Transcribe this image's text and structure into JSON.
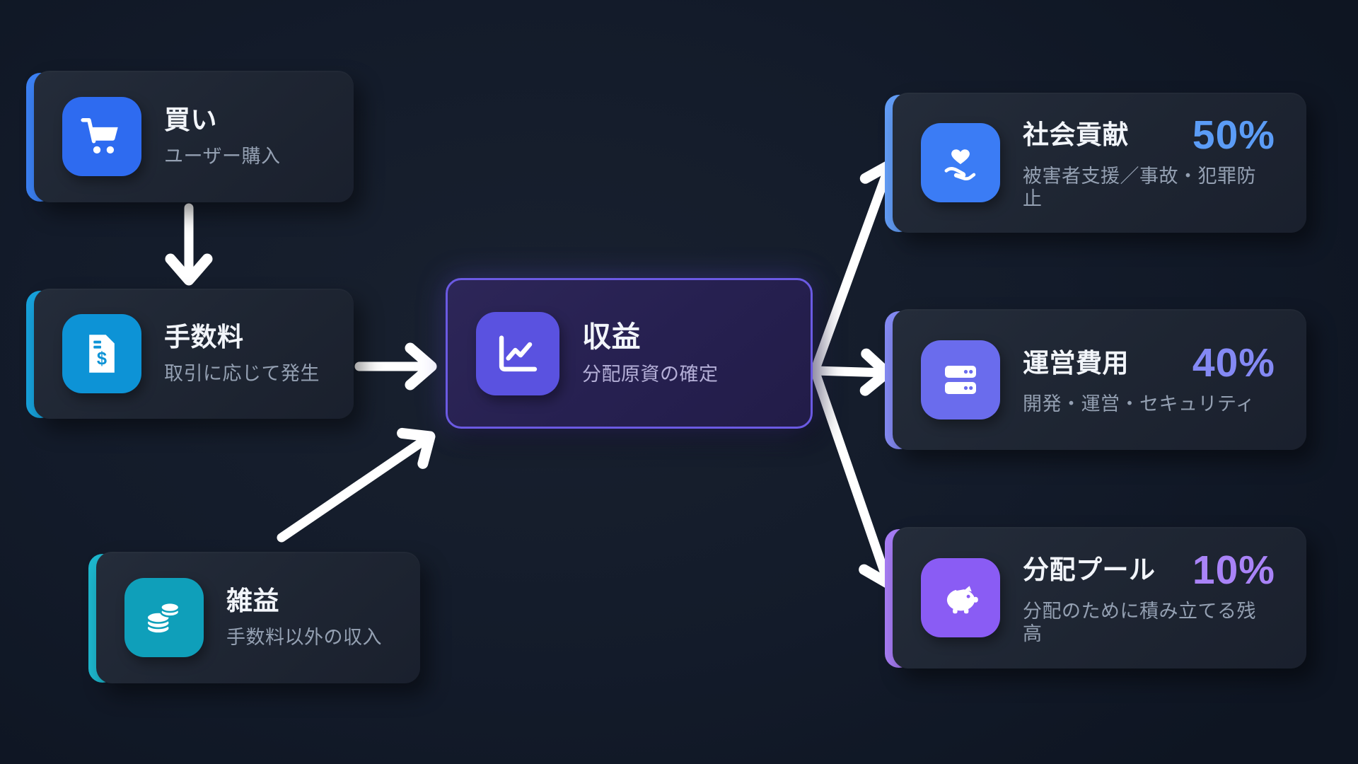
{
  "diagram": {
    "arrow_color": "#ffffff",
    "background_color": "#111827"
  },
  "nodes": [
    {
      "id": "buy",
      "title": "買い",
      "subtitle": "ユーザー購入",
      "icon": "shopping-cart-icon",
      "colors": {
        "accent": "#3c82f6",
        "tile": "#2e6bf0"
      }
    },
    {
      "id": "fees",
      "title": "手数料",
      "subtitle": "取引に応じて発生",
      "icon": "invoice-dollar-icon",
      "colors": {
        "accent": "#17a3dd",
        "tile": "#0d93d6"
      }
    },
    {
      "id": "misc",
      "title": "雑益",
      "subtitle": "手数料以外の収入",
      "icon": "coins-icon",
      "colors": {
        "accent": "#1db8cf",
        "tile": "#0f9fba"
      }
    },
    {
      "id": "revenue",
      "title": "収益",
      "subtitle": "分配原資の確定",
      "icon": "chart-line-icon",
      "colors": {
        "tile": "#5a52e0",
        "border": "#6b5ae3",
        "bg": "#272050"
      }
    },
    {
      "id": "social",
      "title": "社会貢献",
      "percent": "50%",
      "subtitle": "被害者支援／事故・犯罪防止",
      "icon": "hand-holding-heart-icon",
      "colors": {
        "accent": "#639ef8",
        "tile": "#3b7cf5",
        "percent": "#5b9cf6"
      }
    },
    {
      "id": "ops",
      "title": "運営費用",
      "percent": "40%",
      "subtitle": "開発・運営・セキュリティ",
      "icon": "server-icon",
      "colors": {
        "accent": "#858bf5",
        "tile": "#6a6ced",
        "percent": "#8489f4"
      }
    },
    {
      "id": "pool",
      "title": "分配プール",
      "percent": "10%",
      "subtitle": "分配のために積み立てる残高",
      "icon": "piggy-bank-icon",
      "colors": {
        "accent": "#a87df6",
        "tile": "#8a5cf4",
        "percent": "#a983f7"
      }
    }
  ],
  "edges": [
    {
      "from": "buy",
      "to": "fees"
    },
    {
      "from": "fees",
      "to": "revenue"
    },
    {
      "from": "misc",
      "to": "revenue"
    },
    {
      "from": "revenue",
      "to": "social"
    },
    {
      "from": "revenue",
      "to": "ops"
    },
    {
      "from": "revenue",
      "to": "pool"
    }
  ]
}
